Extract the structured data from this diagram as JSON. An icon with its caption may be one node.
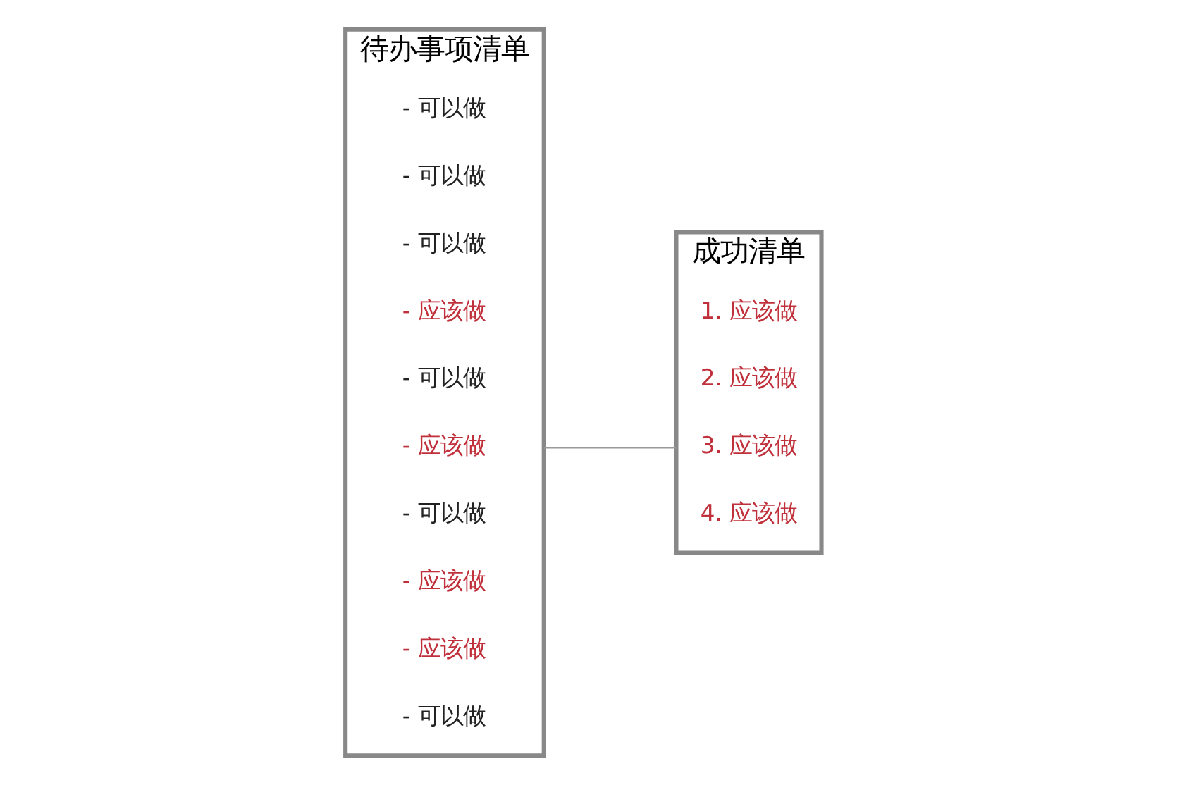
{
  "diagram": {
    "nodes": [
      {
        "text": [
          "待办事项清单"
        ]
      },
      {
        "text": [
          "- 可以做"
        ],
        "in": 0
      },
      {
        "text": [
          "- 可以做"
        ],
        "in": 0
      },
      {
        "text": [
          "- 可以做"
        ],
        "in": 0
      },
      {
        "text": [
          "- 应该做"
        ],
        "in": 0
      },
      {
        "text": [
          "- 可以做"
        ],
        "in": 0
      },
      {
        "text": [
          "- 应该做"
        ],
        "in": 0
      },
      {
        "text": [
          "- 可以做"
        ],
        "in": 0
      },
      {
        "text": [
          "- 应该做"
        ],
        "in": 0
      },
      {
        "text": [
          "- 应该做"
        ],
        "in": 0
      },
      {
        "text": [
          "- 可以做"
        ],
        "in": 0
      },
      {
        "text": [
          "成功清单"
        ]
      },
      {
        "text": [
          "1. 应该做"
        ],
        "in": 11
      },
      {
        "text": [
          "2. 应该做"
        ],
        "in": 11
      },
      {
        "text": [
          "3. 应该做"
        ],
        "in": 11
      },
      {
        "text": [
          "4. 应该做"
        ],
        "in": 11
      }
    ],
    "edges": [
      {
        "from": 0,
        "to": 11,
        "arrow": "none",
        "color": "#999999"
      }
    ]
  }
}
